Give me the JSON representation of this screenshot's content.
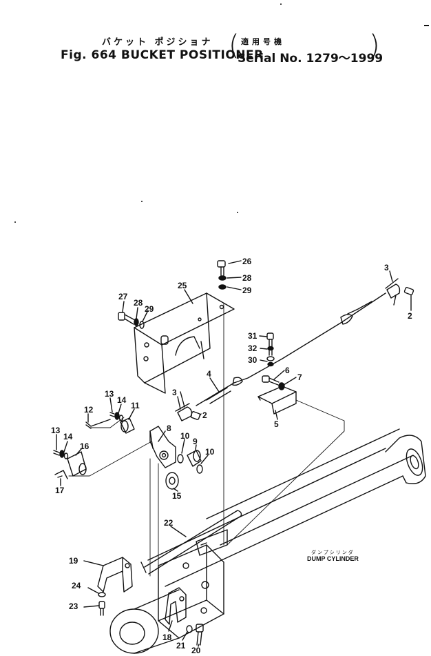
{
  "header": {
    "title_jp": "バケット ポジショナ",
    "serial_jp": "適用号機",
    "title": "Fig. 664 BUCKET POSITIONER",
    "serial": "Serial No. 1279～1999"
  },
  "caption": {
    "jp": "ダンプシリンダ",
    "en": "DUMP CYLINDER"
  },
  "callouts": [
    "26",
    "28",
    "29",
    "25",
    "27",
    "28",
    "29",
    "31",
    "32",
    "30",
    "6",
    "7",
    "5",
    "4",
    "3",
    "2",
    "3",
    "2",
    "13",
    "14",
    "11",
    "12",
    "13",
    "14",
    "16",
    "17",
    "8",
    "10",
    "9",
    "10",
    "15",
    "22",
    "19",
    "24",
    "23",
    "18",
    "21",
    "20"
  ]
}
